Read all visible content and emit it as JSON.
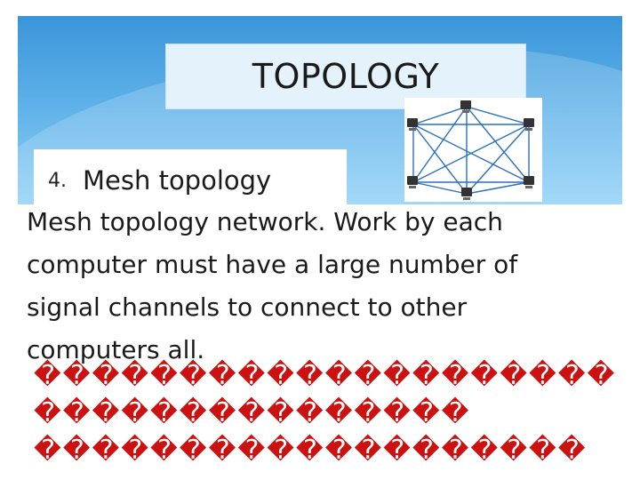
{
  "slide": {
    "title": "TOPOLOGY",
    "subtitle_number": "4.",
    "subtitle": "Mesh topology",
    "body_lines": [
      "Mesh topology network.  Work by each",
      "computer must have a large number of",
      "signal channels to connect to other",
      "computers all."
    ],
    "garbled_lines": [
      "��������������������",
      "���������������",
      "�������������������"
    ]
  },
  "diagram": {
    "icon": "mesh-network-icon",
    "node_count": 6,
    "line_color": "#2a6fc4"
  },
  "colors": {
    "banner": "#4aa3e0",
    "title_box": "#e4f3fb",
    "garbled_text": "#cc1111"
  }
}
